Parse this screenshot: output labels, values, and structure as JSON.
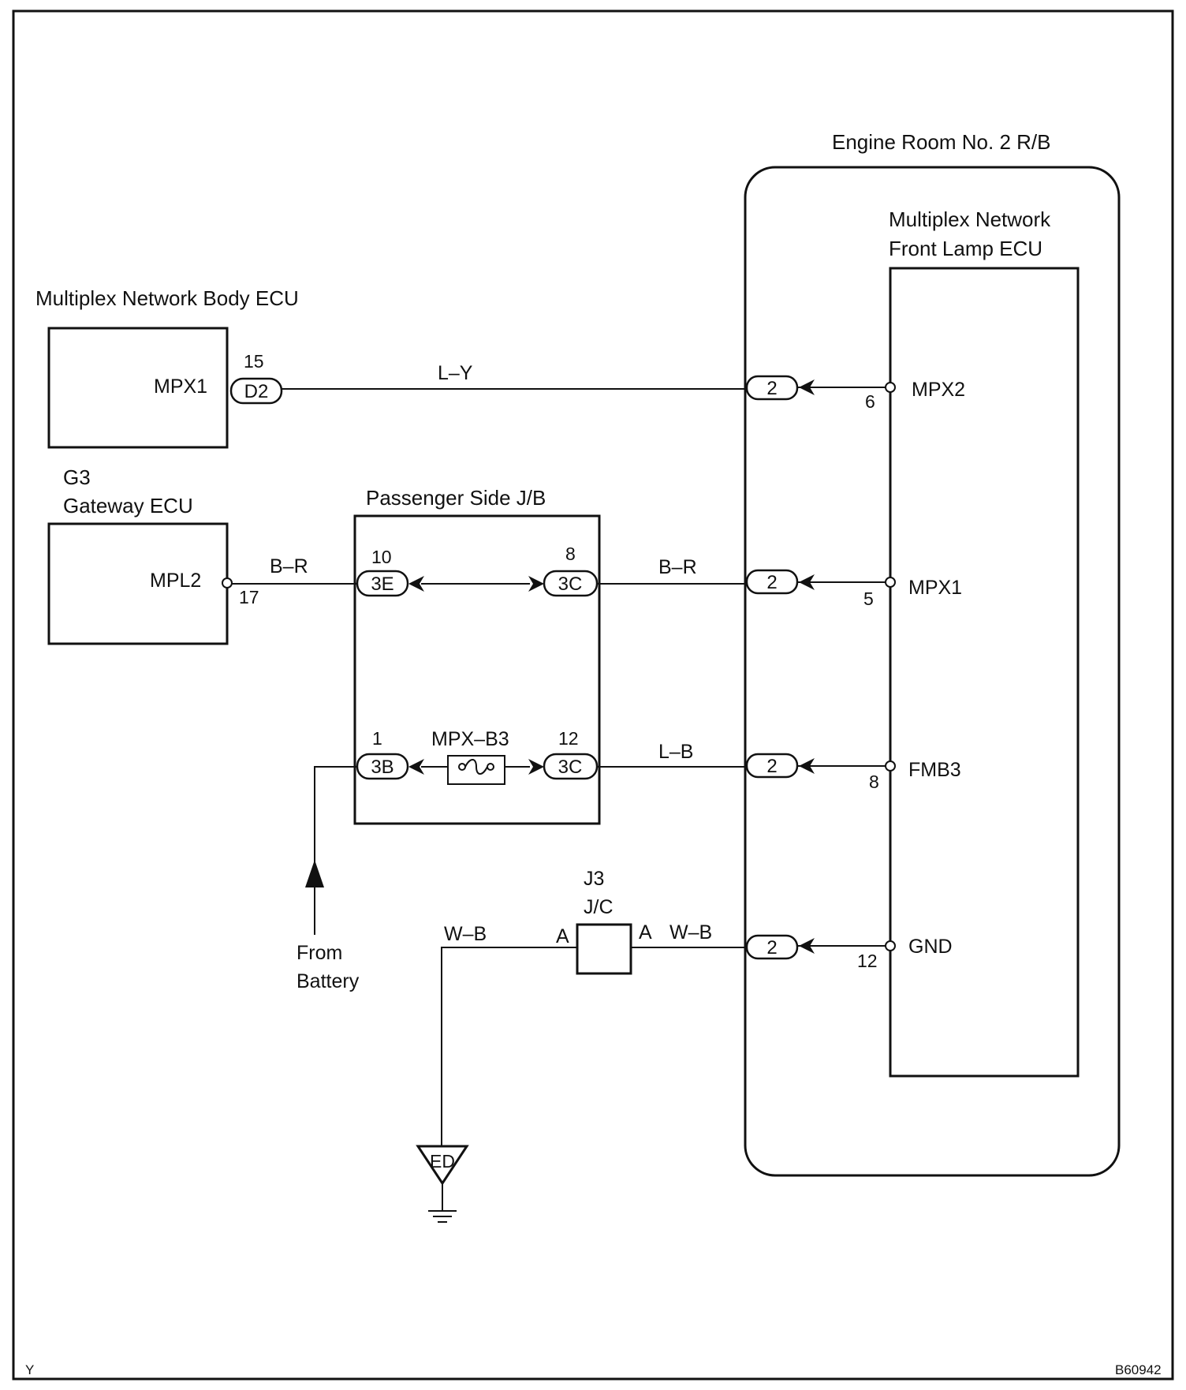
{
  "engine_room": {
    "label": "Engine Room No. 2 R/B"
  },
  "front_lamp_ecu": {
    "label_line1": "Multiplex Network",
    "label_line2": "Front Lamp ECU",
    "terminals": [
      {
        "name": "MPX2",
        "pin": "6"
      },
      {
        "name": "MPX1",
        "pin": "5"
      },
      {
        "name": "FMB3",
        "pin": "8"
      },
      {
        "name": "GND",
        "pin": "12"
      }
    ]
  },
  "body_ecu": {
    "label": "Multiplex Network Body ECU",
    "terminal": "MPX1",
    "pin": "15",
    "connector": "D2"
  },
  "gateway_ecu": {
    "code": "G3",
    "label": "Gateway ECU",
    "terminal": "MPL2",
    "pin": "17"
  },
  "passenger_jb": {
    "label": "Passenger Side J/B",
    "left_top": {
      "pin": "10",
      "connector": "3E"
    },
    "right_top": {
      "pin": "8",
      "connector": "3C"
    },
    "left_bottom": {
      "pin": "1",
      "connector": "3B"
    },
    "right_bottom": {
      "pin": "12",
      "connector": "3C"
    },
    "fuse": "MPX–B3"
  },
  "engine_connector": "2",
  "wires": {
    "mpx2": "L–Y",
    "mpl2_in": "B–R",
    "mpx1": "B–R",
    "fmb3": "L–B",
    "ground_left": "W–B",
    "ground_right": "W–B"
  },
  "junction": {
    "code": "J3",
    "label": "J/C",
    "pin_left": "A",
    "pin_right": "A"
  },
  "battery": {
    "line1": "From",
    "line2": "Battery"
  },
  "ground": {
    "label": "ED"
  },
  "footer": {
    "left": "Y",
    "right": "B60942"
  }
}
